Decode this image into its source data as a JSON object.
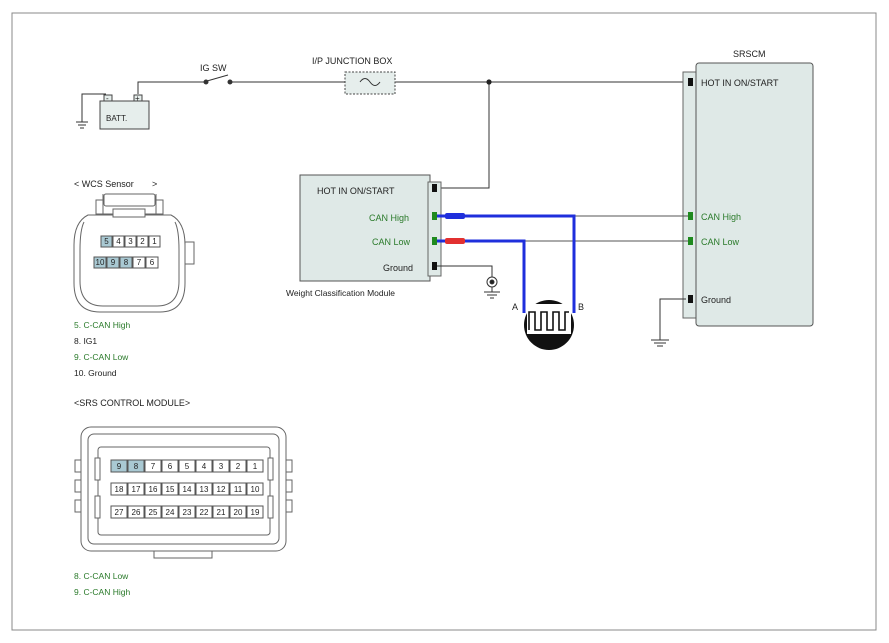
{
  "colors": {
    "can_high_wire": "#1f2fdc",
    "can_low_wire": "#1f2fdc",
    "can_high_tip": "#1f2fdc",
    "can_low_tip": "#e23030",
    "green_pin": "#1f8a1f",
    "green_text": "#2a7a2a",
    "module_fill": "#dfe9e7",
    "highlight_pin": "#a9c9d3"
  },
  "top_circuit": {
    "ig_sw": "IG SW",
    "battery": "BATT.",
    "battery_minus": "-",
    "battery_plus": "+",
    "junction_box": "I/P JUNCTION BOX"
  },
  "srscm": {
    "title": "SRSCM",
    "hot": "HOT IN ON/START",
    "can_high": "CAN High",
    "can_low": "CAN Low",
    "ground": "Ground"
  },
  "wcm": {
    "title": "Weight Classification Module",
    "hot": "HOT IN ON/START",
    "can_high": "CAN High",
    "can_low": "CAN Low",
    "ground": "Ground"
  },
  "terminator": {
    "a": "A",
    "b": "B",
    "icon": "resistor-terminator-icon"
  },
  "wcs_sensor": {
    "title_open": "< WCS Sensor",
    "title_close": ">",
    "row1": [
      "5",
      "4",
      "3",
      "2",
      "1"
    ],
    "row2": [
      "10",
      "9",
      "8",
      "7",
      "6"
    ],
    "pins": [
      {
        "text": "5. C-CAN High",
        "color": "#2a7a2a"
      },
      {
        "text": "8. IG1",
        "color": "#222222"
      },
      {
        "text": "9. C-CAN Low",
        "color": "#2a7a2a"
      },
      {
        "text": "10. Ground",
        "color": "#222222"
      }
    ]
  },
  "srs_module": {
    "title": "<SRS CONTROL MODULE>",
    "row1": [
      "9",
      "8",
      "7",
      "6",
      "5",
      "4",
      "3",
      "2",
      "1"
    ],
    "row2": [
      "18",
      "17",
      "16",
      "15",
      "14",
      "13",
      "12",
      "11",
      "10"
    ],
    "row3": [
      "27",
      "26",
      "25",
      "24",
      "23",
      "22",
      "21",
      "20",
      "19"
    ],
    "pins": [
      {
        "text": "8. C-CAN Low",
        "color": "#2a7a2a"
      },
      {
        "text": "9. C-CAN High",
        "color": "#2a7a2a"
      }
    ]
  }
}
